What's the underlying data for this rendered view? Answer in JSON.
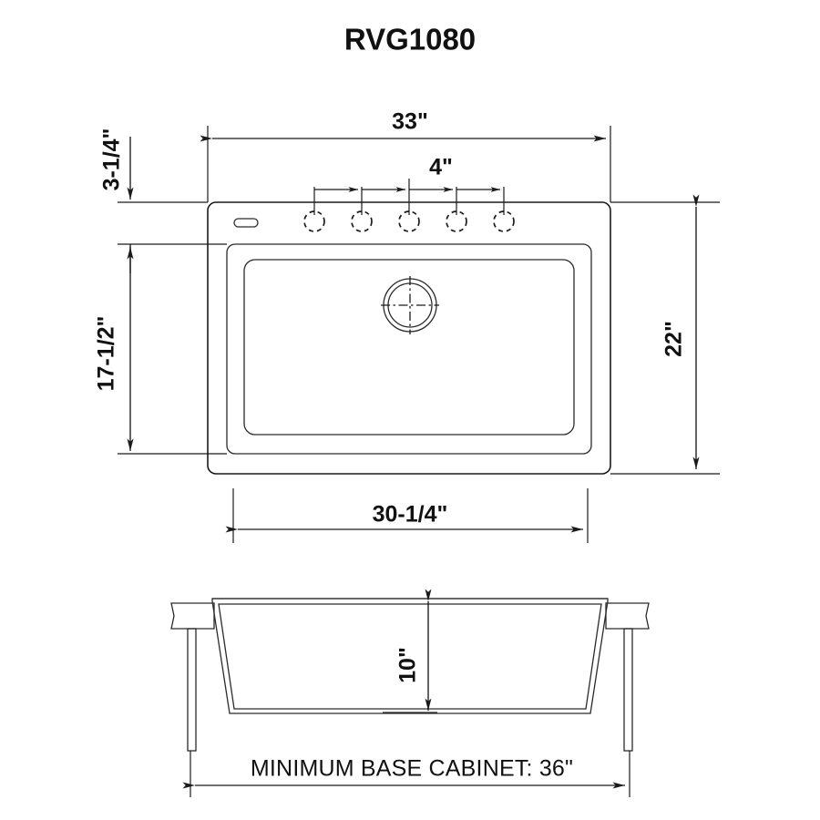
{
  "document": {
    "type": "product-specification-drawing",
    "title": "RVG1080"
  },
  "title": {
    "text": "RVG1080"
  },
  "views": {
    "top": {
      "name": "top-view",
      "dimensions": {
        "overall_width": "33\"",
        "overall_depth": "22\"",
        "deck_front_offset": "3-1/4\"",
        "bowl_depth": "17-1/2\"",
        "bowl_width": "30-1/4\"",
        "faucet_hole_spacing": "4\""
      },
      "features": {
        "faucet_holes_count": 5,
        "drain_label": "drain-opening",
        "overflow_label": "overflow-slot"
      }
    },
    "section": {
      "name": "cross-section-view",
      "dimensions": {
        "basin_depth": "10\""
      },
      "note": "MINIMUM BASE CABINET: 36\"",
      "features": {
        "mounting_clips_count": 2
      }
    }
  },
  "colors": {
    "line": "#1a1a1a",
    "background": "#ffffff",
    "text": "#111111"
  }
}
